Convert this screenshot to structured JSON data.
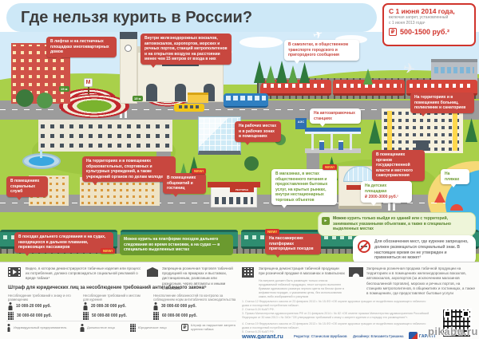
{
  "title": "Где нельзя курить в России?",
  "law_box": {
    "line1": "С 1 июня 2014 года,",
    "line2": "включая запрет, установленный",
    "line3": "с 1 июня 2013 года¹",
    "ruble": "₽",
    "fine": "500-1500 руб.²"
  },
  "callouts": {
    "lifts": {
      "text": "В лифтах и на лестничных площадках многоквартирных домов"
    },
    "stations": {
      "text": "Внутри железнодорожных вокзалов, автовокзалов, аэропортов, морских и речных портов, станций метрополитенов и на открытом воздухе на расстоянии менее чем 15 метров от входа в них"
    },
    "transport": {
      "text": "В самолетах, в общественном транспорте городского и пригородного сообщения"
    },
    "hospitals": {
      "text": "На территориях и в помещениях больниц, поликлиник и санаториев"
    },
    "workplaces": {
      "text": "На рабочих местах и в рабочих зонах в помещениях"
    },
    "fuel": {
      "text": "На автозаправочных станциях"
    },
    "education": {
      "text": "На территориях и в помещениях образовательных, спортивных и культурных учреждений, а также учреждений органов по делам молодежи"
    },
    "government": {
      "text": "В помещениях органов государственной власти и местного самоуправления"
    },
    "social": {
      "text": "В помещениях социальных служб"
    },
    "hostels": {
      "text": "В помещениях общежитий и гостиниц"
    },
    "shops": {
      "text": "В магазинах, в местах общественного питания и предоставления бытовых услуг, на крытых рынках, внутри нестационарных торговых объектов"
    },
    "playgrounds": {
      "text": "На детских площадках",
      "fine": "₽ 2000-3000 руб.²"
    },
    "beaches": {
      "text": "На пляжах"
    },
    "long_trains": {
      "text": "В поездах дальнего следования и на судах, находящихся в дальнем плавании, перевозящих пассажиров"
    },
    "platforms": {
      "text": "На пассажирских платформах пригородных поездов"
    }
  },
  "allowed": {
    "platform_note": "Можно курить на платформе поездов дальнего следования во время остановки, а на судах — в специально выделенных местах",
    "exit_bold": "Можно",
    "exit_rest": " курить только выйдя из зданий или с территорий, занимаемых указанными объектами, а также в специально выделенных местах",
    "sign_note": "Для обозначения мест, где курение запрещено, должен размещаться специальный знак. В настоящее время он не утвержден и применяться не может³"
  },
  "labels": {
    "new": "NEW!",
    "metro": "М",
    "distance": "15 м",
    "fuel_sign": "АЗС",
    "restaurant": "РЕСТОРАН",
    "dining_car": "ВАГОН-РЕСТОРАН",
    "ruble": "₽"
  },
  "bottom": {
    "rules": [
      {
        "icon": "video-icon",
        "text": "Видео, в котором демонстрируются табачные изделия или процесс их потребления, должно сопровождаться социальной рекламой о вреде табака⁴"
      },
      {
        "icon": "kiosk-icon",
        "text": "Запрещена розничная торговля табачной продукцией на ярмарках и выставках, дистанционным, развозным или разносным, через автоматы и иными способами"
      },
      {
        "icon": "showcase-icon",
        "text": "Запрещена демонстрация табачной продукции при розничной продаже в магазинах и павильонах",
        "sub": "На витрине должен быть размещен только список продаваемой табачной продукции, текст которого выполнен буквами одинакового размера черного цвета на белом фоне в алфавитном порядке, с указанием цены, без использования каких-либо изображений и рисунков"
      },
      {
        "icon": "station-icon",
        "text": "Запрещена розничная продажа табачной продукции на территориях и в помещениях железнодорожных вокзалов, автовокзалов, аэропортов (за исключением магазинов беспошлинной торговли), морских и речных портов, на станциях метрополитенов, в общежитиях и гостиницах, а также в помещениях, где предоставляют бытовые услуги"
      }
    ],
    "fines": {
      "heading": "Штраф для юридических лиц за несоблюдение требований антитабачного закона⁵",
      "columns": [
        {
          "header": "Несоблюдение требований к знаку и его размещению",
          "rows": [
            {
              "icon": "person-icon",
              "value": "10 000-20 000 руб."
            },
            {
              "icon": "building-icon",
              "value": "30 000-60 000 руб."
            }
          ]
        },
        {
          "header": "Несоблюдение требований к местам для курения",
          "rows": [
            {
              "icon": "person-icon",
              "value": "20 000-30 000 руб."
            },
            {
              "icon": "building-icon",
              "value": "50 000-80 000 руб."
            }
          ]
        },
        {
          "header": "Неисполнение обязанностей по контролю за соблюдением норм антитабачного законодательства",
          "rows": [
            {
              "icon": "person-icon",
              "value": "30 000-60 000 руб."
            },
            {
              "icon": "building-icon",
              "value": "60 000-90 000 руб."
            }
          ]
        }
      ]
    },
    "legend": [
      {
        "icon": "person-thin-icon",
        "label": "Индивидуальный предприниматель"
      },
      {
        "icon": "person-icon",
        "label": "Должностное лицо"
      },
      {
        "icon": "building-icon",
        "label": "Юридическое лицо"
      },
      {
        "icon": "ruble-icon",
        "label": "Штраф за нарушение запрета курения табака"
      }
    ],
    "footnotes": [
      "1. Статья 12 Федерального закона от 23 февраля 2013 г. № 15-ФЗ «Об охране здоровья граждан от воздействия окружающего табачного дыма и последствий потребления табака».",
      "2. Статья 6.24 КоАП РФ.",
      "3. Приказ Министерства здравоохранения РФ от 21 февраля 2014 г. № 82 «Об отмене приказа Министерства здравоохранения Российской Федерации от 30 мая 2013 г. № 340н \"Об утверждении требований к знаку о запрете курения и к порядку его размещения\"».",
      "4. Статья 19 Федерального закона от 23 февраля 2013 г. № 15-ФЗ «Об охране здоровья граждан от воздействия окружающего табачного дыма и последствий потребления табака».",
      "5. Статья 6.25 КоАП РФ."
    ],
    "footer": {
      "site": "www.garant.ru",
      "editor": "Редактор: Станислав Щербаков",
      "designer": "Дизайнер: Елизавета Гришина",
      "logo": "ГАРАНТ"
    }
  },
  "watermark": "pikabu.ru",
  "colors": {
    "accent_red": "#c8473f",
    "allowed_green": "#6f9b33",
    "grass": "#a9d04a",
    "sky": "#d4ebf9"
  }
}
